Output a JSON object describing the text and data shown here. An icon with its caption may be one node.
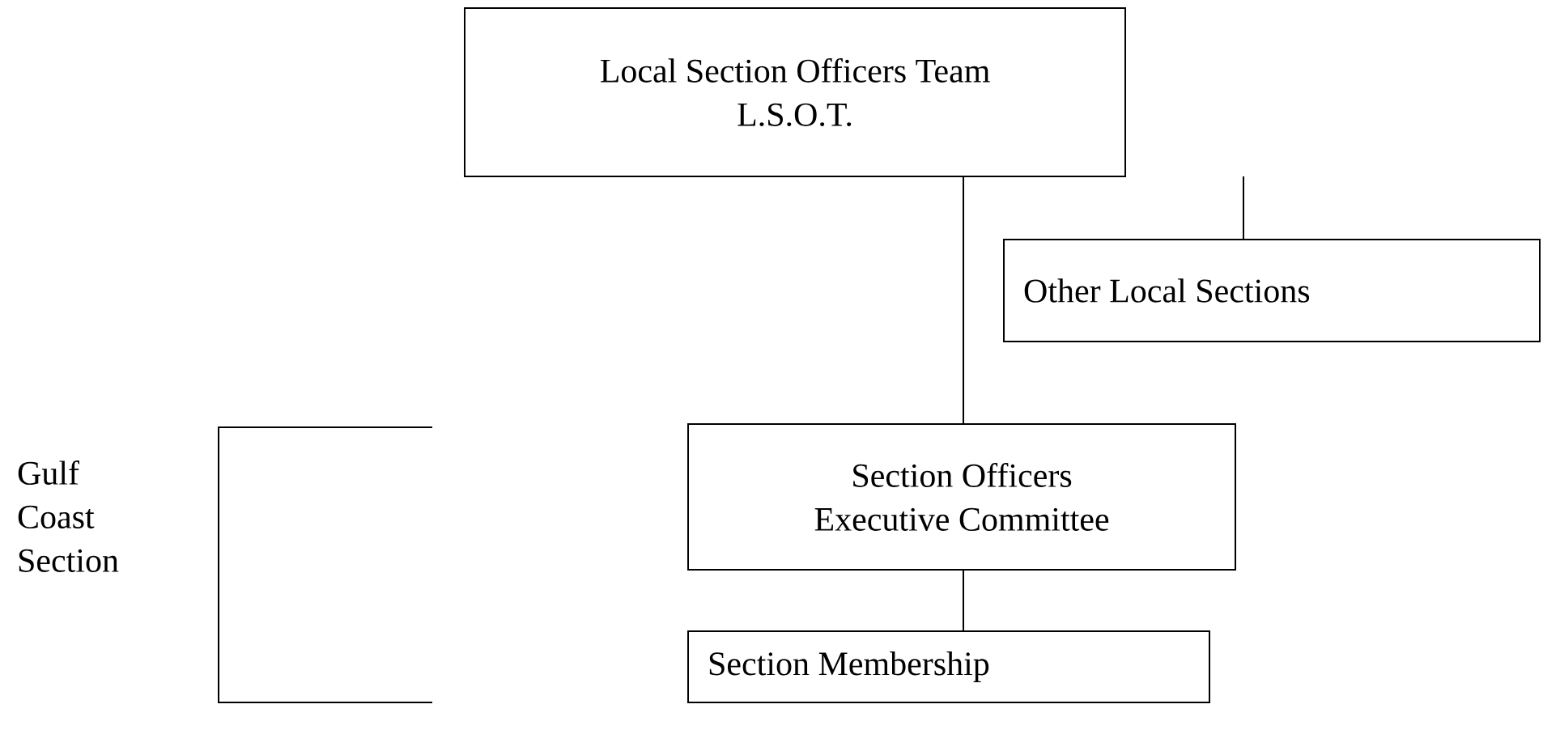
{
  "diagram": {
    "nodes": [
      {
        "text": [
          "Local Section Officers Team",
          "L.S.O.T."
        ]
      },
      {
        "text": [
          "Other Local Sections"
        ]
      },
      {
        "text": [
          "Section Officers Executive Committee"
        ]
      },
      {
        "text": [
          "Section Membership"
        ]
      }
    ],
    "edges": [
      {
        "from": null,
        "to": 1,
        "arrow": "none"
      },
      {
        "from": 0,
        "to": 2,
        "arrow": "none"
      },
      {
        "from": 2,
        "to": 3,
        "arrow": "none"
      }
    ],
    "labels": [
      "Gulf Coast Section"
    ]
  }
}
